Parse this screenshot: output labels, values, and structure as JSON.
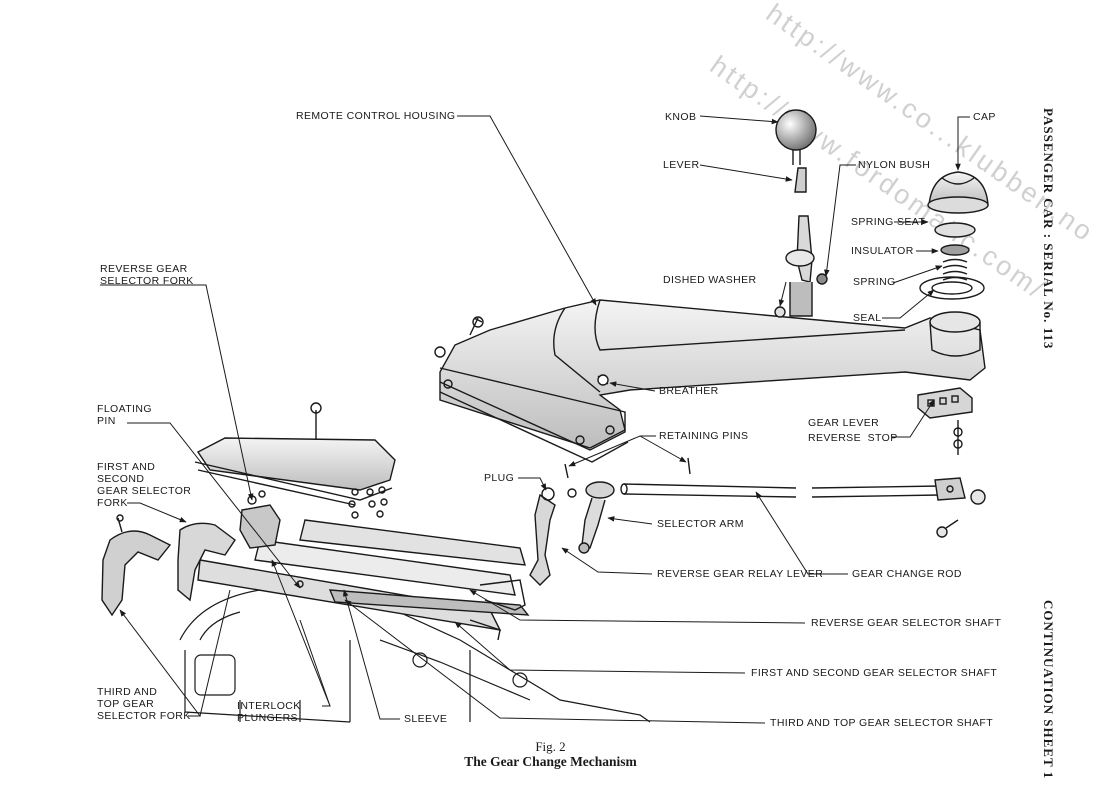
{
  "watermark": {
    "line1": "http://www.co...klubben.no",
    "line2": "http://www.fordomatic.com/"
  },
  "side_text": {
    "top": "PASSENGER CAR : SERIAL No. 113",
    "bottom": "CONTINUATION SHEET 1"
  },
  "caption": {
    "figure": "Fig. 2",
    "title": "The Gear Change Mechanism"
  },
  "labels": {
    "remote_control_housing": "REMOTE CONTROL HOUSING",
    "knob": "KNOB",
    "lever": "LEVER",
    "nylon_bush": "NYLON BUSH",
    "cap": "CAP",
    "spring_seat": "SPRING SEAT",
    "insulator": "INSULATOR",
    "spring": "SPRING",
    "seal": "SEAL",
    "dished_washer": "DISHED WASHER",
    "breather": "BREATHER",
    "retaining_pins": "RETAINING PINS",
    "gear_lever_reverse_stop": "GEAR LEVER\nREVERSE  STOP",
    "plug": "PLUG",
    "selector_arm": "SELECTOR ARM",
    "reverse_gear_relay_lever": "REVERSE GEAR RELAY LEVER",
    "gear_change_rod": "GEAR CHANGE ROD",
    "reverse_gear_selector_fork": "REVERSE GEAR\nSELECTOR FORK",
    "floating_pin": "FLOATING\nPIN",
    "first_second_gear_selector_fork": "FIRST AND\nSECOND\nGEAR SELECTOR\nFORK",
    "reverse_gear_selector_shaft": "REVERSE GEAR SELECTOR SHAFT",
    "first_second_gear_selector_shaft": "FIRST AND SECOND GEAR SELECTOR SHAFT",
    "third_top_gear_selector_shaft": "THIRD AND TOP GEAR SELECTOR SHAFT",
    "third_top_gear_selector_fork": "THIRD AND\nTOP GEAR\nSELECTOR FORK",
    "interlock_plungers": "INTERLOCK\nPLUNGERS",
    "sleeve": "SLEEVE"
  },
  "colors": {
    "ink": "#1a1a1a",
    "watermark": "#d0d0d0",
    "paper": "#ffffff"
  }
}
